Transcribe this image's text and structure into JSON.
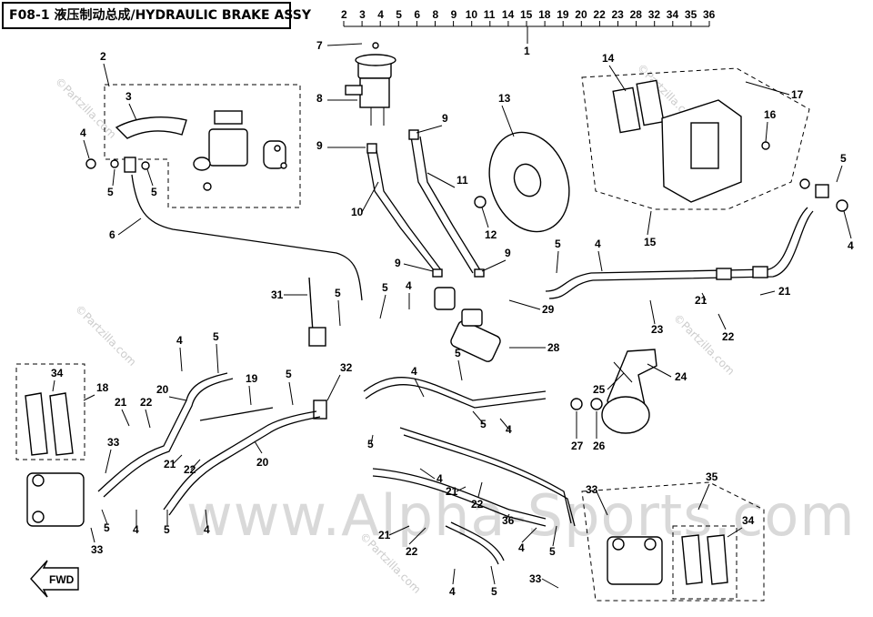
{
  "header": {
    "title": "F08-1 液压制动总成/HYDRAULIC BRAKE ASSY"
  },
  "watermark": {
    "text": "www.Alpha-Sports.com",
    "partzilla": "©Partzilla.com"
  },
  "fwd_label": "FWD",
  "top_row": [
    "2",
    "3",
    "4",
    "5",
    "6",
    "8",
    "9",
    "10",
    "11",
    "14",
    "15",
    "18",
    "19",
    "20",
    "22",
    "23",
    "28",
    "32",
    "34",
    "35",
    "36"
  ],
  "top_row_callout": "1",
  "callouts": {
    "c2": "2",
    "c3": "3",
    "c4a": "4",
    "c5a": "5",
    "c5b": "5",
    "c6": "6",
    "c7": "7",
    "c8": "8",
    "c9a": "9",
    "c9b": "9",
    "c10": "10",
    "c11": "11",
    "c13": "13",
    "c12": "12",
    "c9c": "9",
    "c9d": "9",
    "c14": "14",
    "c16": "16",
    "c17": "17",
    "c5c": "5",
    "c4b": "4",
    "c15": "15",
    "c5d": "5",
    "c4c": "4",
    "c31": "31",
    "c5e": "5",
    "c5f": "5",
    "c4d": "4",
    "c29": "29",
    "c23": "23",
    "c21a": "21",
    "c21b": "21",
    "c22a": "22",
    "c28": "28",
    "c4e": "4",
    "c5g": "5",
    "c32": "32",
    "c34a": "34",
    "c18": "18",
    "c21c": "21",
    "c22b": "22",
    "c20a": "20",
    "c19": "19",
    "c5h": "5",
    "c24": "24",
    "c25": "25",
    "c27": "27",
    "c26": "26",
    "c33a": "33",
    "c21d": "21",
    "c22c": "22",
    "c20b": "20",
    "c4f": "4",
    "c5i": "5",
    "c5j": "5",
    "c4g": "4",
    "c5k": "5",
    "c4h": "4",
    "c21e": "21",
    "c22d": "22",
    "c35": "35",
    "c33b": "33",
    "c5l": "5",
    "c4i": "4",
    "c33c": "33",
    "c21f": "21",
    "c22e": "22",
    "c36": "36",
    "c4j": "4",
    "c5m": "5",
    "c33d": "33",
    "c34b": "34",
    "c4k": "4",
    "c5n": "5",
    "c4l": "4",
    "c5o": "5"
  }
}
